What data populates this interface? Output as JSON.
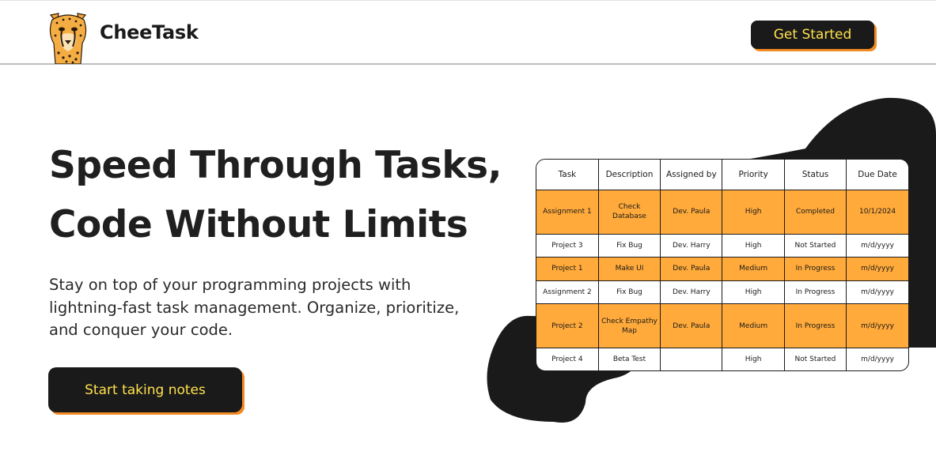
{
  "header": {
    "brand": "CheeTask",
    "cta_label": "Get Started",
    "logo_icon": "cheetah-logo-icon"
  },
  "hero": {
    "title_line1": "Speed Through Tasks,",
    "title_line2": "Code Without Limits",
    "subtitle": "Stay on top of your programming projects with lightning-fast task management. Organize, prioritize, and conquer your code.",
    "cta_label": "Start taking notes"
  },
  "colors": {
    "accent_dark": "#1a1a1a",
    "button_text": "#ffe14d",
    "button_shadow": "#f28a22",
    "row_highlight": "#ffaa3a"
  },
  "table": {
    "headers": [
      "Task",
      "Description",
      "Assigned by",
      "Priority",
      "Status",
      "Due Date"
    ],
    "rows": [
      {
        "task": "Assignment 1",
        "description": "Check Database",
        "assigned": "Dev. Paula",
        "priority": "High",
        "status": "Completed",
        "due": "10/1/2024",
        "highlight": true
      },
      {
        "task": "Project 3",
        "description": "Fix Bug",
        "assigned": "Dev. Harry",
        "priority": "High",
        "status": "Not Started",
        "due": "m/d/yyyy",
        "highlight": false
      },
      {
        "task": "Project 1",
        "description": "Make UI",
        "assigned": "Dev. Paula",
        "priority": "Medium",
        "status": "In Progress",
        "due": "m/d/yyyy",
        "highlight": true
      },
      {
        "task": "Assignment 2",
        "description": "Fix Bug",
        "assigned": "Dev. Harry",
        "priority": "High",
        "status": "In Progress",
        "due": "m/d/yyyy",
        "highlight": false
      },
      {
        "task": "Project 2",
        "description": "Check Empathy Map",
        "assigned": "Dev. Paula",
        "priority": "Medium",
        "status": "In Progress",
        "due": "m/d/yyyy",
        "highlight": true
      },
      {
        "task": "Project 4",
        "description": "Beta Test",
        "assigned": "",
        "priority": "High",
        "status": "Not Started",
        "due": "m/d/yyyy",
        "highlight": false
      }
    ]
  }
}
